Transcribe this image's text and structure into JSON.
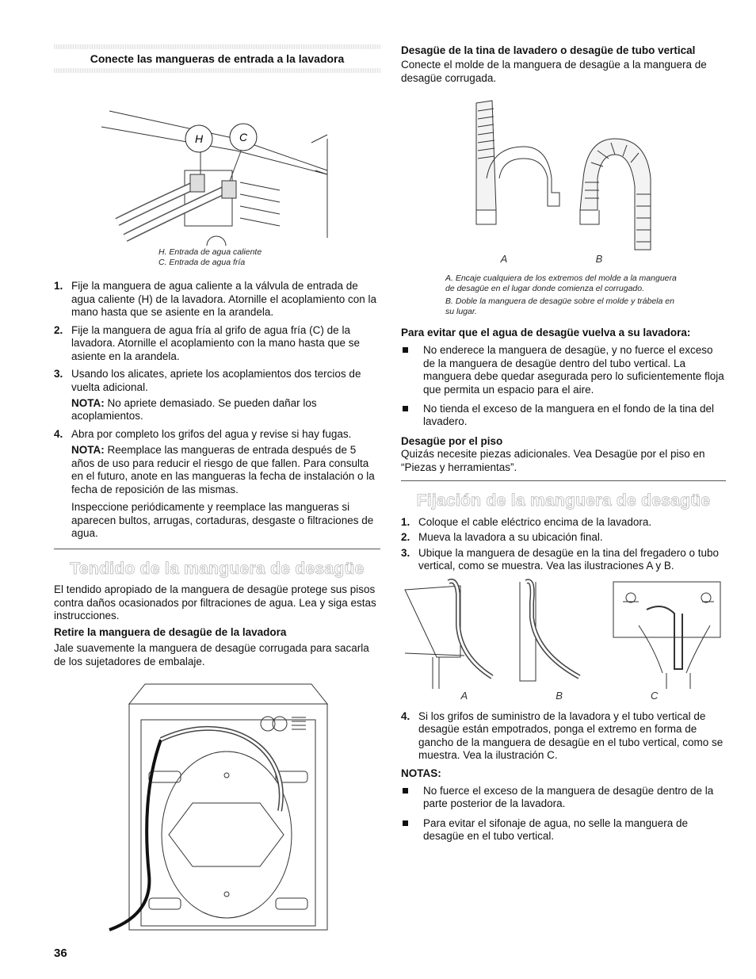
{
  "page_number": "36",
  "left": {
    "section1": {
      "title": "Conecte las mangueras de entrada a la lavadora",
      "figure_labels": {
        "h": "H",
        "c": "C"
      },
      "captions": [
        "H. Entrada de agua caliente",
        "C. Entrada de agua fría"
      ],
      "steps": [
        {
          "n": "1.",
          "text": "Fije la manguera de agua caliente a la válvula de entrada de agua caliente (H) de la lavadora. Atornille el acoplamiento con la mano hasta que se asiente en la arandela."
        },
        {
          "n": "2.",
          "text": "Fije la manguera de agua fría al grifo de agua fría (C) de la lavadora. Atornille el acoplamiento con la mano hasta que se asiente en la arandela."
        },
        {
          "n": "3.",
          "text": "Usando los alicates, apriete los acoplamientos dos tercios de vuelta adicional."
        },
        {
          "n": "4.",
          "text": "Abra por completo los grifos del agua y revise si hay fugas."
        }
      ],
      "note3_label": "NOTA:",
      "note3_text": " No apriete demasiado. Se pueden dañar los acoplamientos.",
      "note4_label": "NOTA:",
      "note4_text": " Reemplace las mangueras de entrada después de 5 años de uso para reducir el riesgo de que fallen. Para consulta en el futuro, anote en las mangueras la fecha de instalación o la fecha de reposición de las mismas.",
      "inspect_text": "Inspeccione periódicamente y reemplace las mangueras si aparecen bultos, arrugas, cortaduras, desgaste o filtraciones de agua."
    },
    "section2": {
      "title": "Tendido de la manguera de desagüe",
      "intro": "El tendido apropiado de la manguera de desagüe protege sus pisos contra daños ocasionados por filtraciones de agua. Lea y siga estas instrucciones.",
      "sub_title": "Retire la manguera de desagüe de la lavadora",
      "sub_text": "Jale suavemente la manguera de desagüe corrugada para sacarla de los sujetadores de embalaje."
    }
  },
  "right": {
    "tub_title": "Desagüe de la tina de lavadero o desagüe de tubo vertical",
    "tub_text": "Conecte el molde de la manguera de desagüe a la manguera de desagüe corrugada.",
    "fig_labels": [
      "A",
      "B"
    ],
    "captions": [
      "A. Encaje cualquiera de los extremos del molde a la manguera de desagüe en el lugar donde comienza el corrugado.",
      "B. Doble la manguera de desagüe sobre el molde y trábela en su lugar."
    ],
    "prevent_title": "Para evitar que el agua de desagüe vuelva a su lavadora:",
    "prevent_bullets": [
      "No enderece la manguera de desagüe, y no fuerce el exceso de la manguera de desagüe dentro del tubo vertical. La manguera debe quedar asegurada pero lo suficientemente floja que permita un espacio para el aire.",
      "No tienda el exceso de la manguera en el fondo de la tina del lavadero."
    ],
    "floor_title": "Desagüe por el piso",
    "floor_text": "Quizás necesite piezas adicionales. Vea Desagüe por el piso en “Piezas y herramientas”.",
    "fix_title": "Fijación de la manguera de desagüe",
    "fix_steps": [
      {
        "n": "1.",
        "text": "Coloque el cable eléctrico encima de la lavadora."
      },
      {
        "n": "2.",
        "text": "Mueva la lavadora a su ubicación final."
      },
      {
        "n": "3.",
        "text": "Ubique la manguera de desagüe en la tina del fregadero o tubo vertical, como se muestra. Vea las ilustraciones A y B."
      }
    ],
    "fix_fig_labels": [
      "A",
      "B",
      "C"
    ],
    "step4": {
      "n": "4.",
      "text": "Si los grifos de suministro de la lavadora y el tubo vertical de desagüe están empotrados, ponga el extremo en forma de gancho de la manguera de desagüe en el tubo vertical, como se muestra. Vea la ilustración C."
    },
    "notes_title": "NOTAS:",
    "notes": [
      "No fuerce el exceso de la manguera de desagüe dentro de la parte posterior de la lavadora.",
      "Para evitar el sifonaje de agua, no selle la manguera de desagüe en el tubo vertical."
    ]
  }
}
